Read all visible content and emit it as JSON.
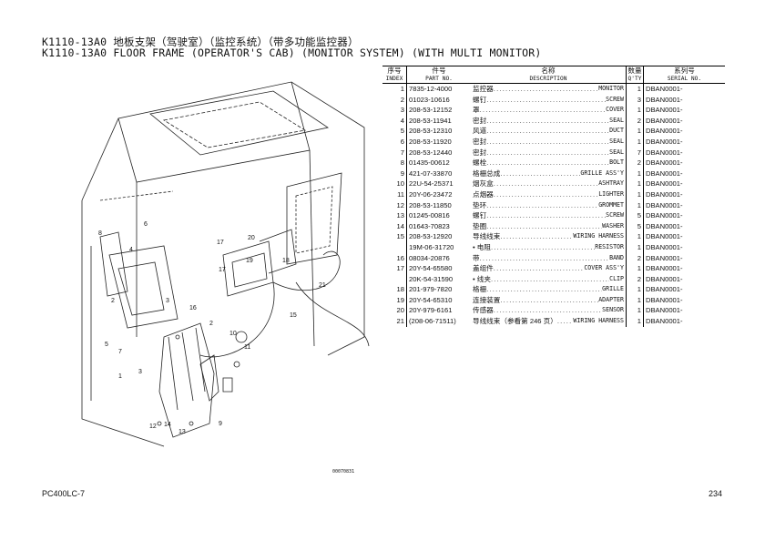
{
  "header": {
    "title_cn": "K1110-13A0 地板支架（驾驶室）（监控系统）（带多功能监控器）",
    "title_en": "K1110-13A0 FLOOR FRAME (OPERATOR'S CAB) (MONITOR SYSTEM) (WITH MULTI MONITOR)"
  },
  "table": {
    "headers": {
      "index_cn": "序号",
      "index_en": "INDEX",
      "part_cn": "件号",
      "part_en": "PART NO.",
      "desc_cn": "名称",
      "desc_en": "DESCRIPTION",
      "qty_cn": "数量",
      "qty_en": "Q'TY",
      "serial_cn": "系列号",
      "serial_en": "SERIAL NO."
    },
    "rows": [
      {
        "index": "1",
        "part": "7835-12-4000",
        "cn": "监控器",
        "en": "MONITOR",
        "qty": "1",
        "serial": "DBAN0001-"
      },
      {
        "index": "2",
        "part": "01023-10616",
        "cn": "螺钉",
        "en": "SCREW",
        "qty": "3",
        "serial": "DBAN0001-"
      },
      {
        "index": "3",
        "part": "208-53-12152",
        "cn": "罩",
        "en": "COVER",
        "qty": "1",
        "serial": "DBAN0001-"
      },
      {
        "index": "4",
        "part": "208-53-11941",
        "cn": "密封",
        "en": "SEAL",
        "qty": "2",
        "serial": "DBAN0001-"
      },
      {
        "index": "5",
        "part": "208-53-12310",
        "cn": "风道",
        "en": "DUCT",
        "qty": "1",
        "serial": "DBAN0001-"
      },
      {
        "index": "6",
        "part": "208-53-11920",
        "cn": "密封",
        "en": "SEAL",
        "qty": "1",
        "serial": "DBAN0001-"
      },
      {
        "index": "7",
        "part": "208-53-12440",
        "cn": "密封",
        "en": "SEAL",
        "qty": "7",
        "serial": "DBAN0001-"
      },
      {
        "index": "8",
        "part": "01435-00612",
        "cn": "螺栓",
        "en": "BOLT",
        "qty": "2",
        "serial": "DBAN0001-"
      },
      {
        "index": "9",
        "part": "421-07-33870",
        "cn": "格栅总成",
        "en": "GRILLE ASS'Y",
        "qty": "1",
        "serial": "DBAN0001-"
      },
      {
        "index": "10",
        "part": "22U-54-25371",
        "cn": "烟灰盒",
        "en": "ASHTRAY",
        "qty": "1",
        "serial": "DBAN0001-"
      },
      {
        "index": "11",
        "part": "20Y-06-23472",
        "cn": "点烟器",
        "en": "LIGHTER",
        "qty": "1",
        "serial": "DBAN0001-"
      },
      {
        "index": "12",
        "part": "208-53-11850",
        "cn": "垫环",
        "en": "GROMMET",
        "qty": "1",
        "serial": "DBAN0001-"
      },
      {
        "index": "13",
        "part": "01245-00816",
        "cn": "螺钉",
        "en": "SCREW",
        "qty": "5",
        "serial": "DBAN0001-"
      },
      {
        "index": "14",
        "part": "01643-70823",
        "cn": "垫圈",
        "en": "WASHER",
        "qty": "5",
        "serial": "DBAN0001-"
      },
      {
        "index": "15",
        "part": "208-53-12920",
        "cn": "导线线束",
        "en": "WIRING HARNESS",
        "qty": "1",
        "serial": "DBAN0001-"
      },
      {
        "index": "",
        "part": "19M-06-31720",
        "cn": "• 电阻",
        "en": "RESISTOR",
        "qty": "1",
        "serial": "DBAN0001-"
      },
      {
        "index": "16",
        "part": "08034-20876",
        "cn": "带",
        "en": "BAND",
        "qty": "2",
        "serial": "DBAN0001-"
      },
      {
        "index": "17",
        "part": "20Y-54-65580",
        "cn": "盖组件",
        "en": "COVER ASS'Y",
        "qty": "1",
        "serial": "DBAN0001-"
      },
      {
        "index": "",
        "part": "20K-54-31590",
        "cn": "• 线夹",
        "en": "CLIP",
        "qty": "2",
        "serial": "DBAN0001-"
      },
      {
        "index": "18",
        "part": "201-979-7820",
        "cn": "格栅",
        "en": "GRILLE",
        "qty": "1",
        "serial": "DBAN0001-"
      },
      {
        "index": "19",
        "part": "20Y-54-65310",
        "cn": "连接装置",
        "en": "ADAPTER",
        "qty": "1",
        "serial": "DBAN0001-"
      },
      {
        "index": "20",
        "part": "20Y-979-6161",
        "cn": "传感器",
        "en": "SENSOR",
        "qty": "1",
        "serial": "DBAN0001-"
      },
      {
        "index": "21",
        "part": "(208-06-71511)",
        "cn": "导线线束（参看第 246 页）",
        "en": "WIRING HARNESS",
        "qty": "1",
        "serial": "DBAN0001-"
      }
    ]
  },
  "diagram": {
    "code": "00070831",
    "callouts": [
      "1",
      "2",
      "3",
      "4",
      "5",
      "6",
      "7",
      "8",
      "9",
      "10",
      "11",
      "12",
      "13",
      "14",
      "15",
      "16",
      "17",
      "18",
      "19",
      "20",
      "21"
    ]
  },
  "footer": {
    "model": "PC400LC-7",
    "page": "234"
  }
}
